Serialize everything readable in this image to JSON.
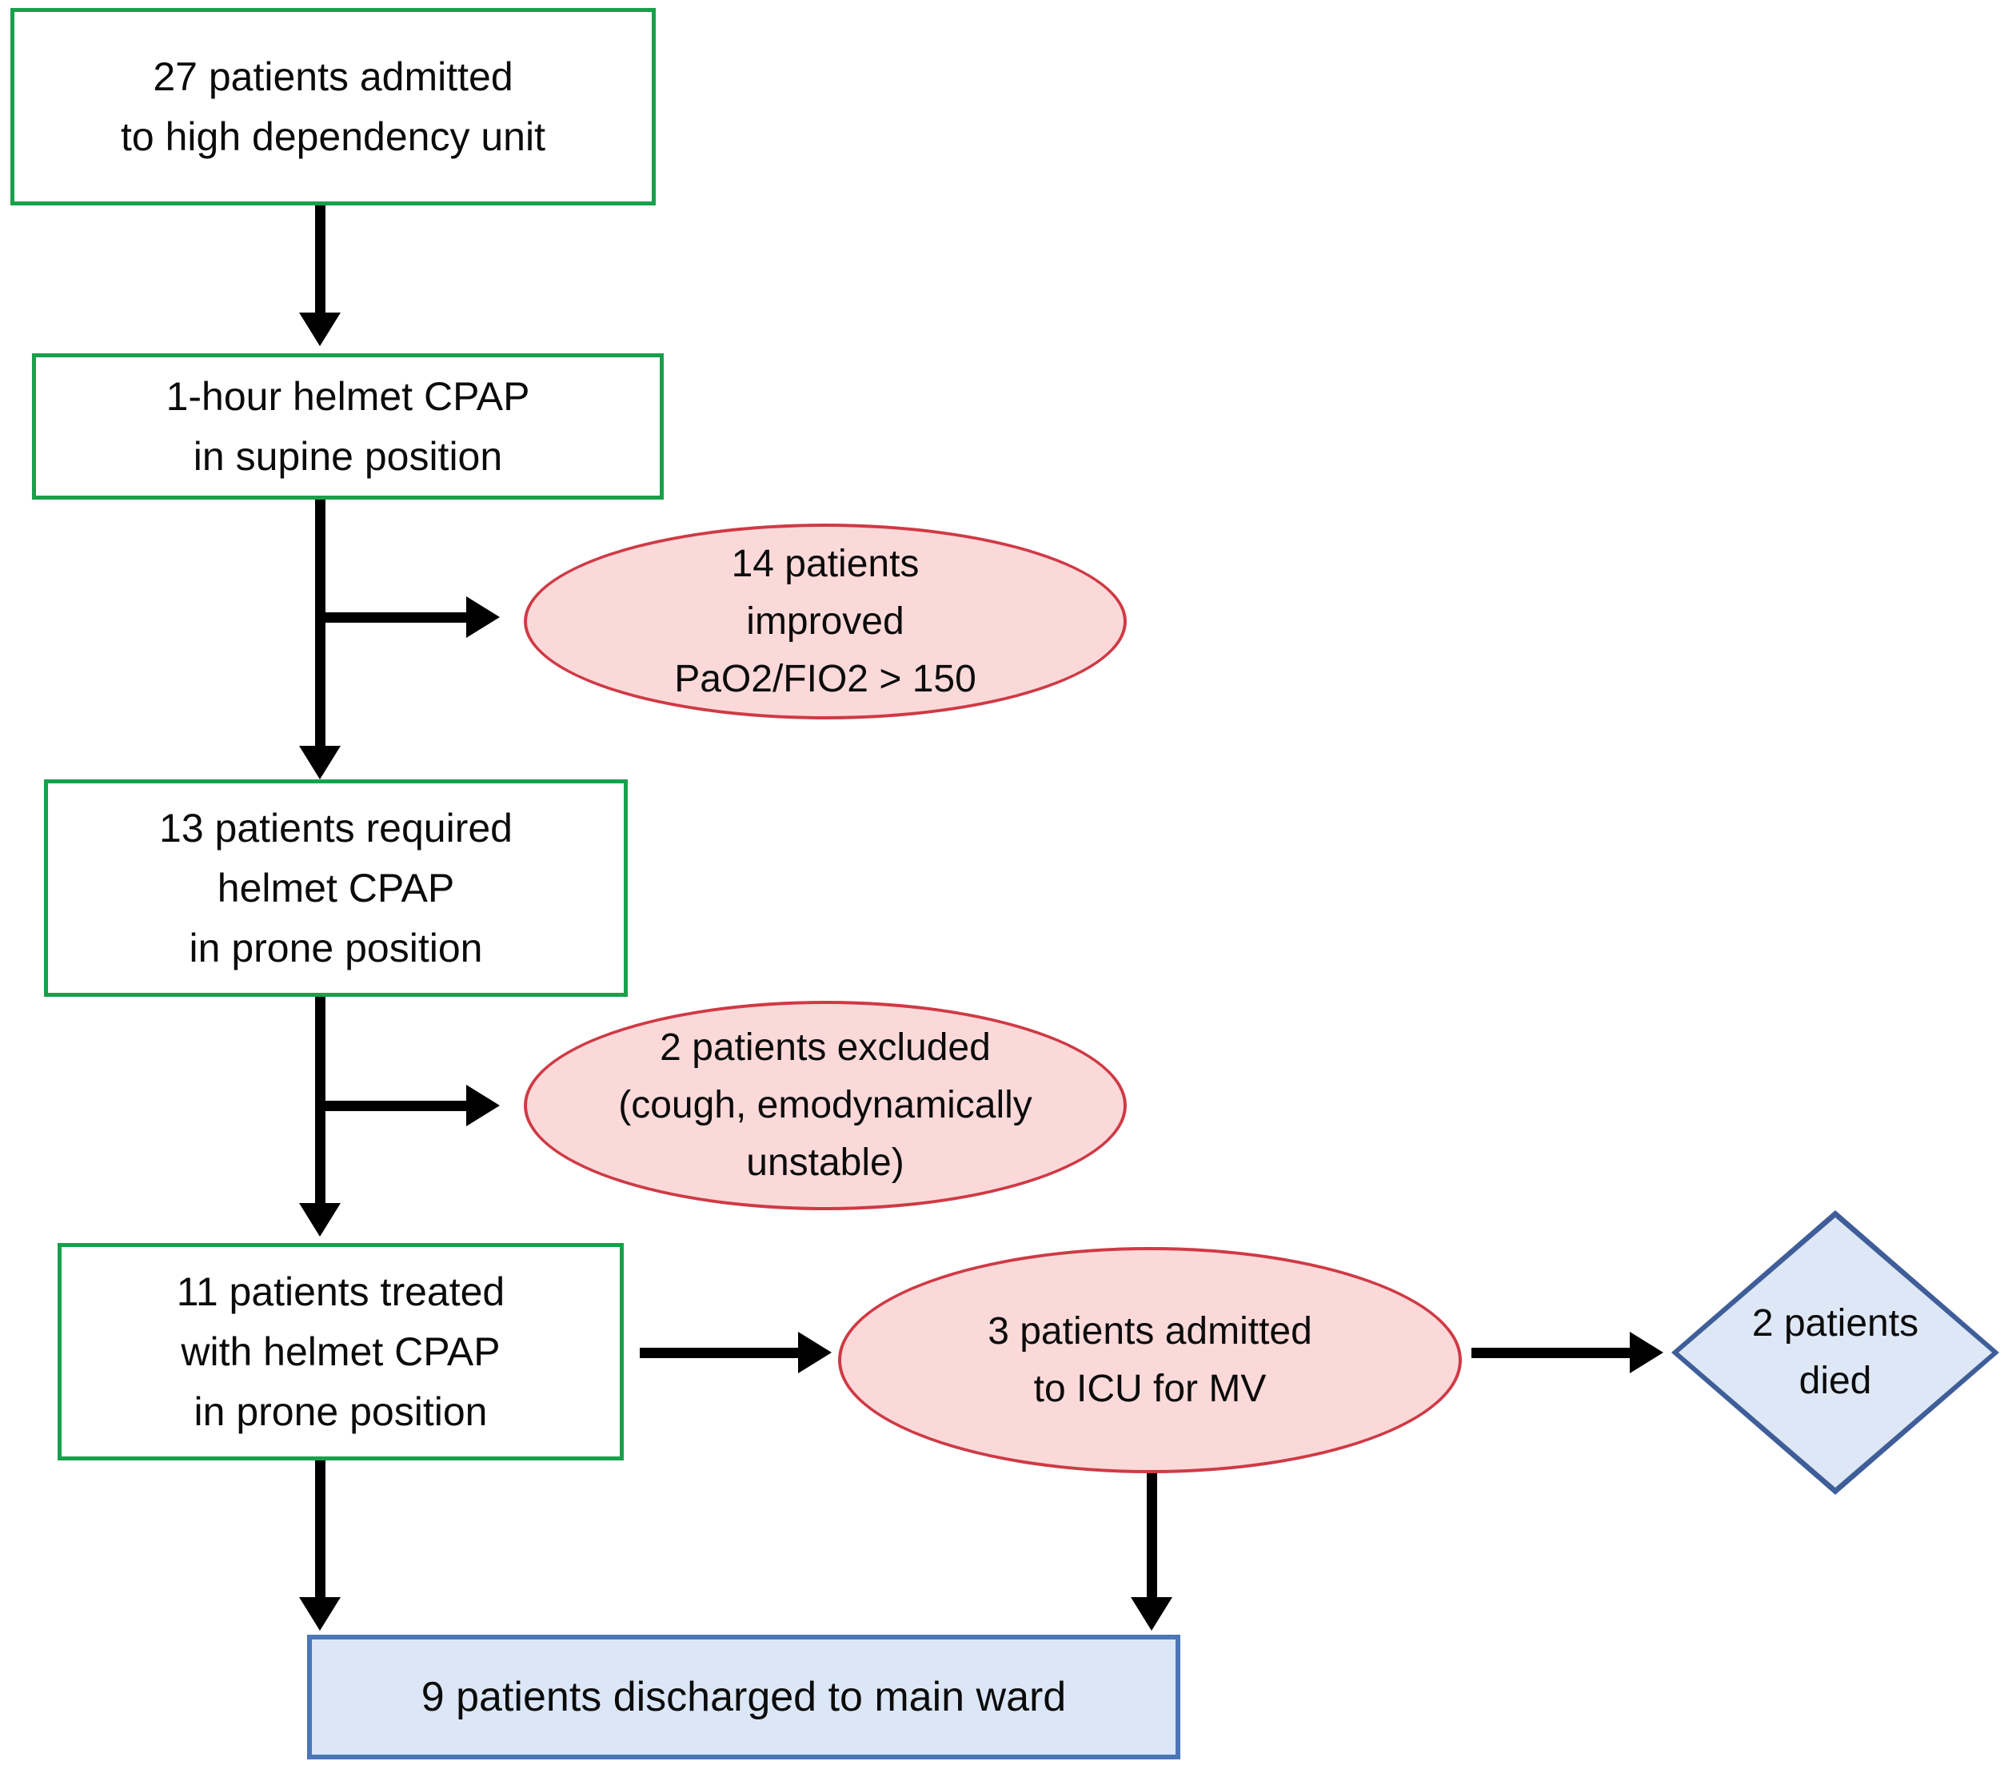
{
  "nodes": {
    "admitted": {
      "text": "27 patients admitted\nto high dependency unit"
    },
    "cpap_supine": {
      "text": "1-hour helmet CPAP\nin supine position"
    },
    "improved": {
      "text": "14 patients\nimproved\nPaO2/FIO2 > 150"
    },
    "required_prone": {
      "text": "13 patients required\nhelmet CPAP\nin prone position"
    },
    "excluded": {
      "text": "2 patients excluded\n(cough, emodynamically\nunstable)"
    },
    "treated_prone": {
      "text": "11 patients treated\nwith helmet CPAP\nin prone position"
    },
    "icu": {
      "text": "3 patients admitted\nto ICU for MV"
    },
    "died": {
      "text": "2 patients\ndied"
    },
    "discharged": {
      "text": "9 patients discharged to main ward"
    }
  },
  "colors": {
    "process_box_border": "#18a04a",
    "process_box_fill": "#ffffff",
    "outcome_ellipse_fill": "#fbd9d9",
    "outcome_ellipse_border": "#cf3a45",
    "death_diamond_fill": "#dde7f5",
    "death_diamond_border": "#3f5e99",
    "discharge_box_fill": "#dbe7f7",
    "discharge_box_border": "#4b76b8",
    "arrow": "#000000",
    "text": "#0b0b0b"
  }
}
